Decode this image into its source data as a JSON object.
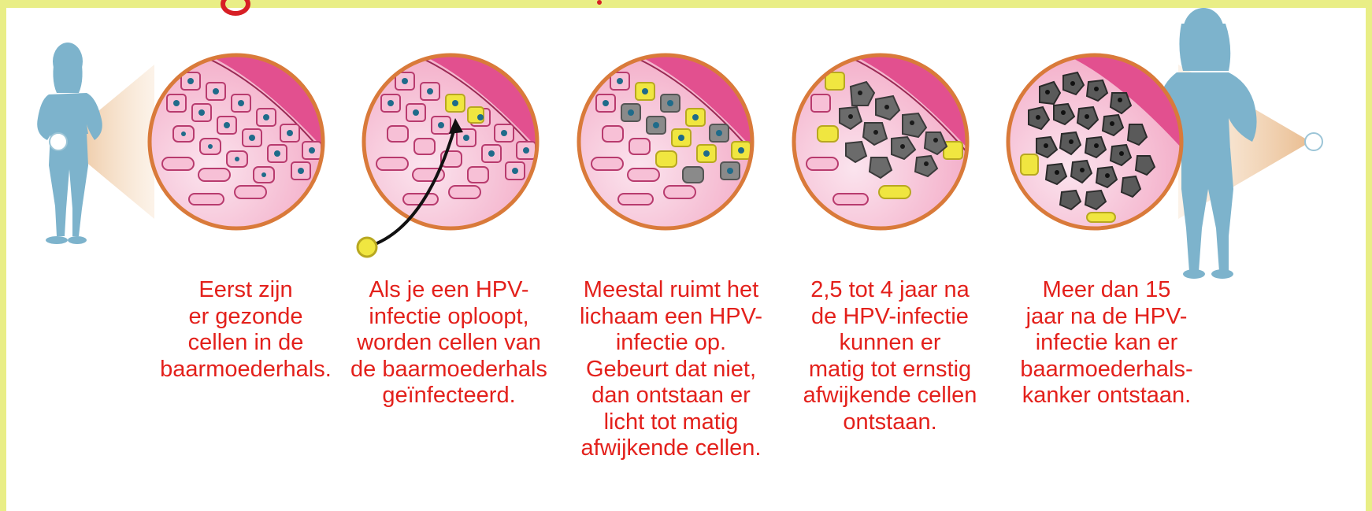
{
  "stages": [
    {
      "caption": "Eerst zijn\ner gezonde\ncellen in de\nbaarmoederhals."
    },
    {
      "caption": "Als je een HPV-\ninfectie oploopt,\nworden cellen van\nde baarmoederhals\ngeïnfecteerd."
    },
    {
      "caption": "Meestal ruimt het\nlichaam een HPV-\ninfectie op.\nGebeurt dat niet,\ndan ontstaan er\nlicht tot matig\nafwijkende cellen."
    },
    {
      "caption": "2,5 tot 4 jaar na\nde HPV-infectie\nkunnen er\nmatig tot ernstig\nafwijkende cellen\nontstaan."
    },
    {
      "caption": "Meer dan 15\njaar na de HPV-\ninfectie kan er\nbaarmoederhals-\nkanker ontstaan."
    }
  ],
  "colors": {
    "frame": "#e9ee86",
    "caption": "#e3201b",
    "figure": "#7db3cc",
    "tissue": "#f4a6c4",
    "mucosa": "#e2508f",
    "border": "#d97a3a",
    "infected": "#f0e640",
    "abnormal": "#5a5a5a"
  }
}
